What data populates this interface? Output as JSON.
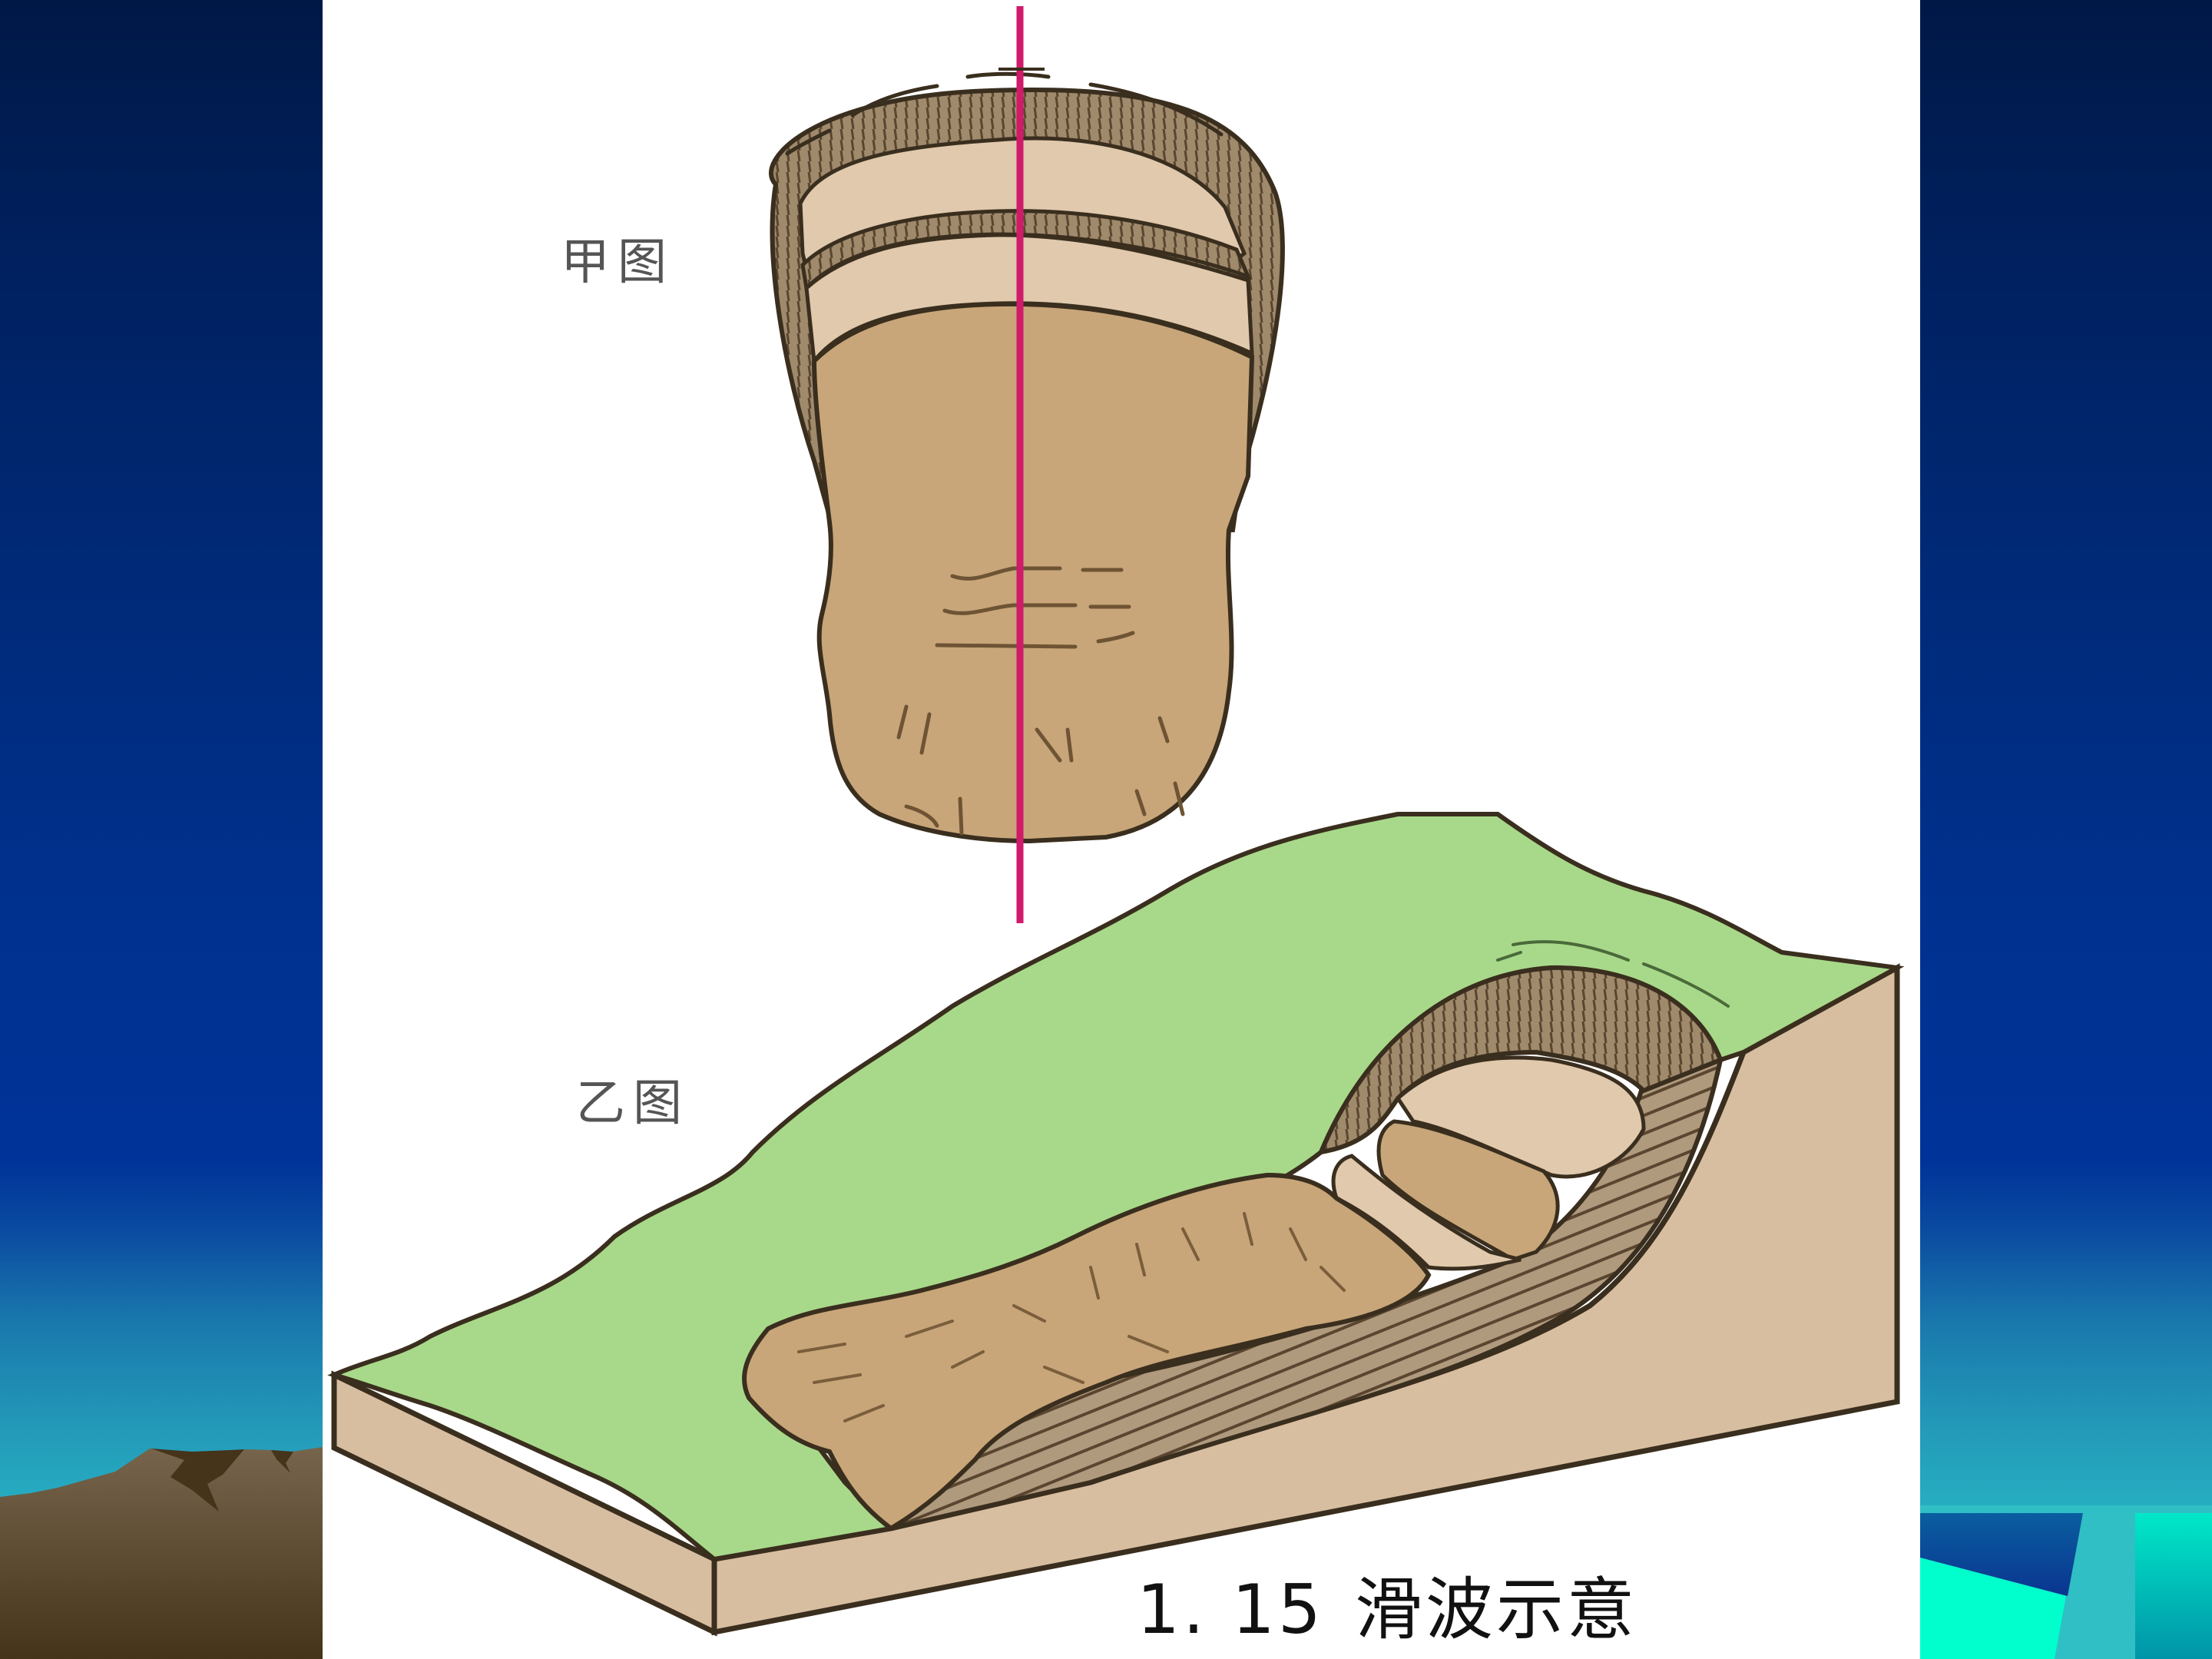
{
  "slide": {
    "background": {
      "gradient_colors": [
        "#001846",
        "#003399",
        "#2bbdc8"
      ],
      "mountain_colors": [
        "#6e5e47",
        "#453519"
      ],
      "accent_cyan": "#00ffcc"
    },
    "figure": {
      "top_view_label": "甲图",
      "block_view_label": "乙图",
      "caption_number": "1. 15",
      "caption_text": "滑波示意",
      "colors": {
        "slide_body": "#c8a679",
        "terrace_light": "#e0c9ac",
        "scarp_hatch": "#a08a6c",
        "grass": "#a8d98a",
        "soil_face": "#d8bea0",
        "slip_surface": "#9b8468",
        "section_line": "#d01a6a",
        "outline": "#3a2e1e"
      }
    }
  }
}
